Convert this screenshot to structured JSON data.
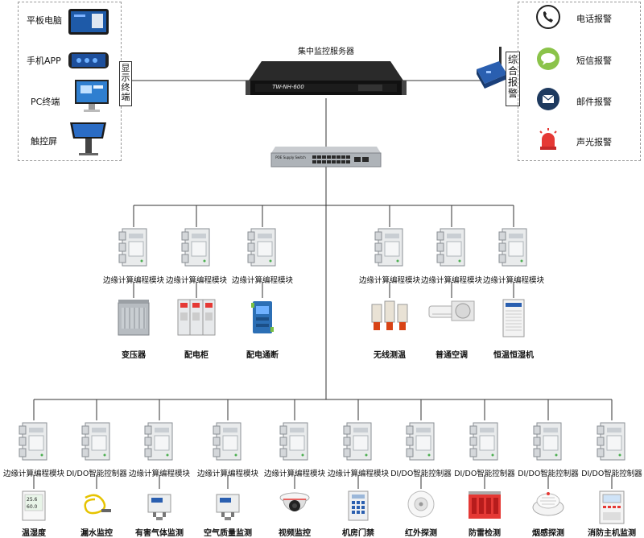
{
  "server": {
    "title": "集中监控服务器",
    "model": "TW-NH-600"
  },
  "switch": {
    "label": "POE Supply Switch"
  },
  "display": {
    "group_label": "显示终端",
    "items": [
      {
        "label": "平板电脑",
        "icon": "tablet-icon"
      },
      {
        "label": "手机APP",
        "icon": "phone-icon"
      },
      {
        "label": "PC终端",
        "icon": "pc-monitor-icon"
      },
      {
        "label": "触控屏",
        "icon": "touchscreen-kiosk-icon"
      }
    ]
  },
  "alarm": {
    "group_label": "综合报警",
    "items": [
      {
        "label": "电话报警",
        "icon": "phone-call-icon",
        "color": "#222222"
      },
      {
        "label": "短信报警",
        "icon": "sms-bubble-icon",
        "color": "#8bc34a"
      },
      {
        "label": "邮件报警",
        "icon": "mail-icon",
        "color": "#1e3a5f"
      },
      {
        "label": "声光报警",
        "icon": "siren-icon",
        "color": "#e53935"
      }
    ]
  },
  "row1": {
    "modules": [
      {
        "label": "边缘计算编程模块",
        "device": "变压器",
        "icon": "transformer-icon"
      },
      {
        "label": "边缘计算编程模块",
        "device": "配电柜",
        "icon": "distribution-cabinet-icon"
      },
      {
        "label": "边缘计算编程模块",
        "device": "配电通断",
        "icon": "power-switch-module-icon"
      },
      {
        "label": "边缘计算编程模块",
        "device": "无线测温",
        "icon": "wireless-temp-icon"
      },
      {
        "label": "边缘计算编程模块",
        "device": "普通空调",
        "icon": "air-conditioner-icon"
      },
      {
        "label": "边缘计算编程模块",
        "device": "恒温恒湿机",
        "icon": "precision-ac-icon"
      }
    ]
  },
  "row2": {
    "modules": [
      {
        "label": "边缘计算编程模块",
        "device": "温湿度",
        "icon": "thermo-hygrometer-icon"
      },
      {
        "label": "DI/DO智能控制器",
        "device": "漏水监控",
        "icon": "water-leak-cable-icon"
      },
      {
        "label": "边缘计算编程模块",
        "device": "有害气体监测",
        "icon": "gas-detector-icon"
      },
      {
        "label": "边缘计算编程模块",
        "device": "空气质量监测",
        "icon": "air-quality-sensor-icon"
      },
      {
        "label": "边缘计算编程模块",
        "device": "视频监控",
        "icon": "dome-camera-icon"
      },
      {
        "label": "边缘计算编程模块",
        "device": "机房门禁",
        "icon": "access-keypad-icon"
      },
      {
        "label": "DI/DO智能控制器",
        "device": "红外探测",
        "icon": "infrared-detector-icon"
      },
      {
        "label": "DI/DO智能控制器",
        "device": "防雷检测",
        "icon": "surge-protector-icon"
      },
      {
        "label": "DI/DO智能控制器",
        "device": "烟感探测",
        "icon": "smoke-detector-icon"
      },
      {
        "label": "DI/DO智能控制器",
        "device": "消防主机监测",
        "icon": "fire-panel-icon"
      }
    ]
  },
  "sample_readout": {
    "temp": "25.6",
    "hum": "60.0"
  }
}
